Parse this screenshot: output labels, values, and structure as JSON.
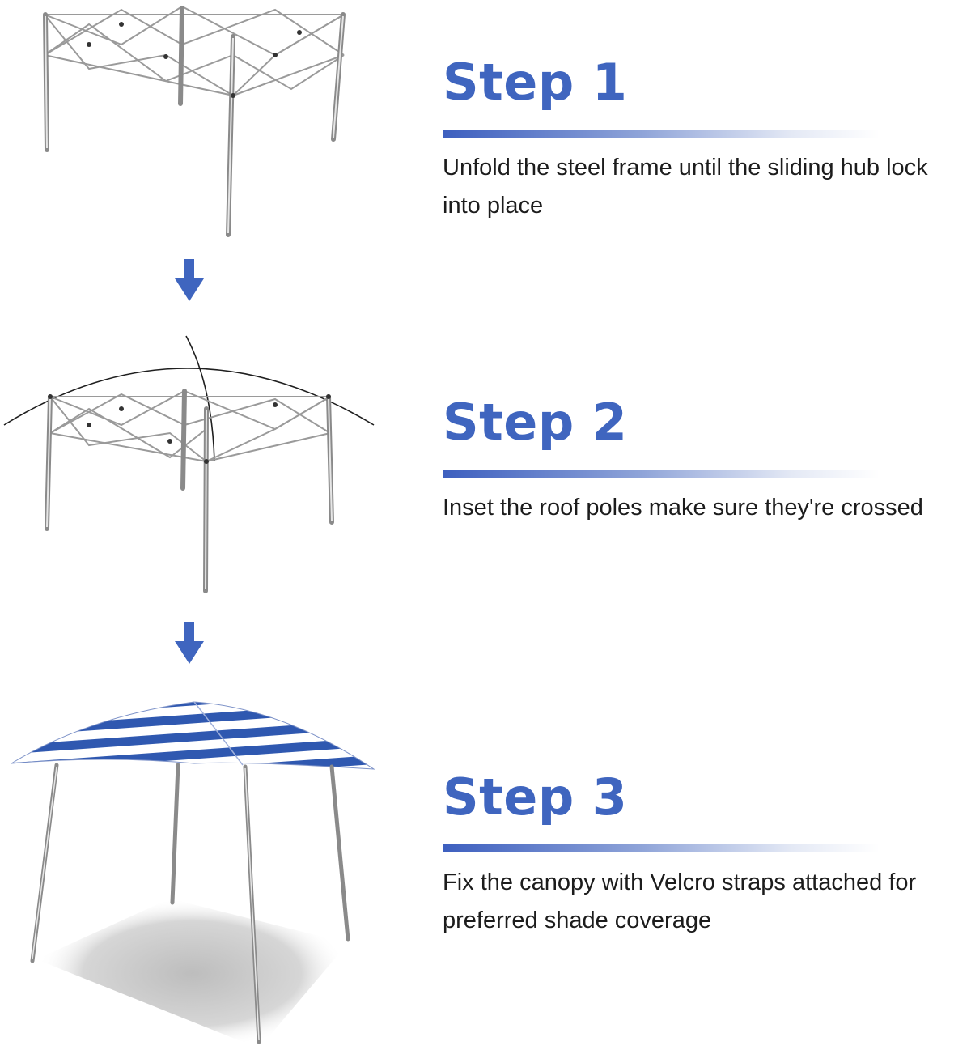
{
  "colors": {
    "accent": "#3f65bf",
    "frame": "#9a9a9a",
    "stripe_blue": "#2f58b0"
  },
  "icons": [
    "down-arrow-icon",
    "down-arrow-icon"
  ],
  "steps": [
    {
      "title": "Step 1",
      "description": "Unfold the steel frame until the sliding hub lock into place"
    },
    {
      "title": "Step 2",
      "description": "Inset the roof poles make sure they're crossed"
    },
    {
      "title": "Step 3",
      "description": "Fix the canopy with Velcro straps attached for preferred shade coverage"
    }
  ]
}
